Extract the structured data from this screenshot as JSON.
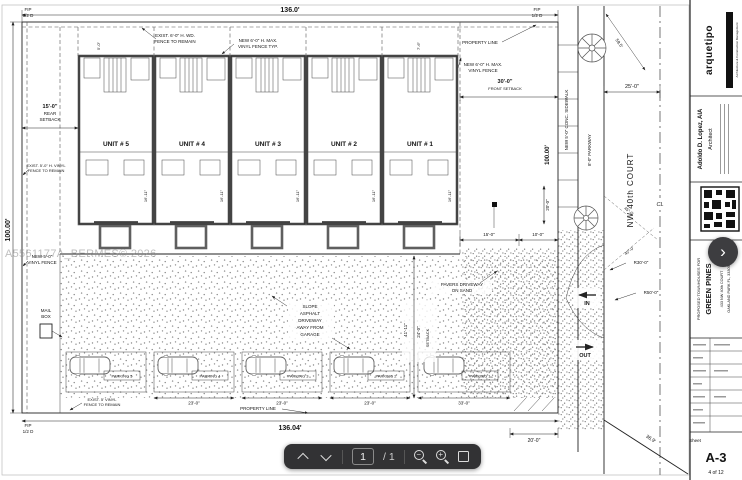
{
  "watermark": "A5561177A_BERMES© 2026",
  "drawing": {
    "fip": {
      "l1": "FIP",
      "l2": "1/2 D"
    },
    "dims": {
      "top": "136.0'",
      "bottom": "136.04'",
      "left": "100.00'",
      "right": "100.00'",
      "rear": "15'-0\"",
      "front": "30'-0\"",
      "d25": "25'-0\"",
      "d59": "59.5'",
      "d36": "36.9'",
      "d20_bottom": "20'-0\"",
      "d20_right": "20'-0\"",
      "d15": "15'-0\"",
      "d10": "10'-0\"",
      "r30": "R30'-0\"",
      "r50": "R50'-0\"",
      "a45": "45°-0'",
      "d41": "41'-11\"",
      "d24": "24'-0\"",
      "d5": "5'-0\"",
      "d7": "7'-6\"",
      "d23": "23'-0\"",
      "d33": "33'-0\"",
      "unit_depth": "16'-11\""
    },
    "labels": {
      "rear_1": "REAR",
      "rear_2": "SETBACK",
      "front_label": "FRONT SETBACK",
      "setback_v": "SETBACK",
      "property_line": "PROPERTY LINE",
      "in": "IN",
      "out": "OUT",
      "mail_1": "MAIL",
      "mail_2": "BOX",
      "cl": "CL"
    },
    "notes": {
      "wd1": "EXIST. 6'-0\" H. WD.",
      "wd2": "FENCE TO REMAIN",
      "vt1": "NEW 6'-0\" H. MAX.",
      "vt2": "VINYL FENCE TYP.",
      "vr1": "NEW 6'-0\" H. MAX.",
      "vr2": "VINYL FENCE",
      "evl1": "EXIST. 5'-0\" H. VINYL",
      "evl2": "FENCE TO REMAIN",
      "nvl1": "NEW 5'-0\"",
      "nvl2": "VINYL FENCE",
      "evb1": "EXIST. 5' VINYL",
      "evb2": "FENCE TO REMAIN",
      "pav1": "PAVERS DRIVEWAY",
      "pav2": "ON SAND",
      "sl1": "SLOPE",
      "sl2": "ASPHALT",
      "sl3": "DRIVEWAY",
      "sl4": "AWAY FROM",
      "sl5": "GARAGE"
    },
    "street": {
      "sidewalk": "NEW 5'-0\" CONC. SIDEWALK",
      "parkway": "8'-0\" PARKWAY",
      "name": "NW 40th COURT"
    },
    "units": [
      {
        "label": "UNIT # 5"
      },
      {
        "label": "UNIT # 4"
      },
      {
        "label": "UNIT # 3"
      },
      {
        "label": "UNIT # 2"
      },
      {
        "label": "UNIT # 1"
      }
    ],
    "parking": [
      {
        "label": "PARKING 5"
      },
      {
        "label": "PARKING 4"
      },
      {
        "label": "PARKING 3"
      },
      {
        "label": "PARKING 2"
      },
      {
        "label": "PARKING 1"
      }
    ]
  },
  "titleblock": {
    "logo": "arquetipo",
    "logo_sub": "Architecture & Construction Management",
    "architect": "Adoldo D. Lopez, AIA",
    "architect_title": "Architect",
    "project_for": "PROPOSED TOWNHOUSES FOR",
    "project_name": "GREEN PINES",
    "addr1": "433 NW 40th COURT",
    "addr2": "OAKLAND PARK FL, 33309",
    "sheet_label": "Sheet",
    "sheet_no": "A-3",
    "page": "4 of 12"
  },
  "viewer": {
    "page": "1",
    "of": "/ 1",
    "icons": {
      "zoom_in": "+",
      "zoom_out": "−",
      "next": "›"
    }
  }
}
